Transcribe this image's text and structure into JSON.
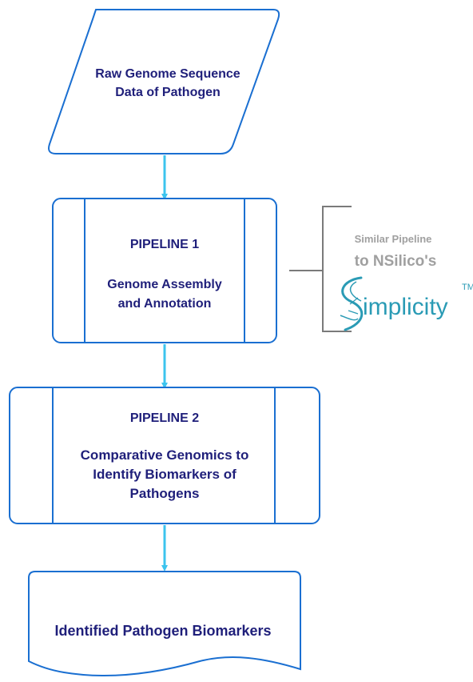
{
  "nodes": {
    "raw_data": {
      "line1": "Raw Genome Sequence",
      "line2": "Data of Pathogen"
    },
    "pipeline1": {
      "heading": "PIPELINE 1",
      "line1": "Genome Assembly",
      "line2": "and Annotation"
    },
    "pipeline2": {
      "heading": "PIPELINE 2",
      "line1": "Comparative Genomics to",
      "line2": "Identify Biomarkers of",
      "line3": "Pathogens"
    },
    "output": {
      "label": "Identified Pathogen Biomarkers"
    }
  },
  "side_note": {
    "line1": "Similar Pipeline",
    "line2": "to NSilico's",
    "logo_text": "implicity",
    "logo_trademark": "TM"
  },
  "colors": {
    "node_border": "#1a6fd1",
    "arrow": "#3cc4ee",
    "text": "#1f1f7a",
    "bracket": "#7a7a7a",
    "logo": "#2a9bb5",
    "note_text": "#a0a0a0"
  }
}
